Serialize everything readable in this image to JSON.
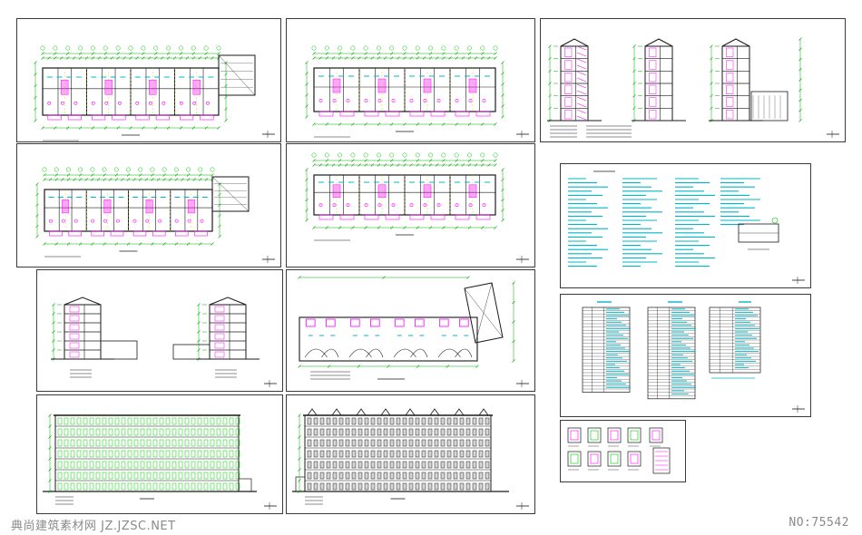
{
  "watermark": {
    "site": "典尚建筑素材网 JZ.JZSC.NET",
    "number": "NO:75542"
  },
  "colors": {
    "background": "#ffffff",
    "frame": "#3a3a3a",
    "wall": "#1a1a1a",
    "grid": "#00cc00",
    "dimension": "#00aa00",
    "text": "#00b7c7",
    "fixture": "#ff00ff",
    "watermark": "#8a8a8a"
  },
  "sheets": [
    {
      "id": "sheet-floor-plan-1",
      "kind": "floor-plan"
    },
    {
      "id": "sheet-floor-plan-2",
      "kind": "floor-plan"
    },
    {
      "id": "sheet-sections-a",
      "kind": "sections"
    },
    {
      "id": "sheet-floor-plan-3",
      "kind": "floor-plan"
    },
    {
      "id": "sheet-floor-plan-4",
      "kind": "floor-plan"
    },
    {
      "id": "sheet-design-notes",
      "kind": "notes"
    },
    {
      "id": "sheet-sections-b",
      "kind": "sections"
    },
    {
      "id": "sheet-roof-plan",
      "kind": "roof-plan"
    },
    {
      "id": "sheet-schedules",
      "kind": "tables"
    },
    {
      "id": "sheet-elevation-1",
      "kind": "elevation"
    },
    {
      "id": "sheet-elevation-2",
      "kind": "elevation"
    },
    {
      "id": "sheet-details",
      "kind": "details"
    }
  ]
}
